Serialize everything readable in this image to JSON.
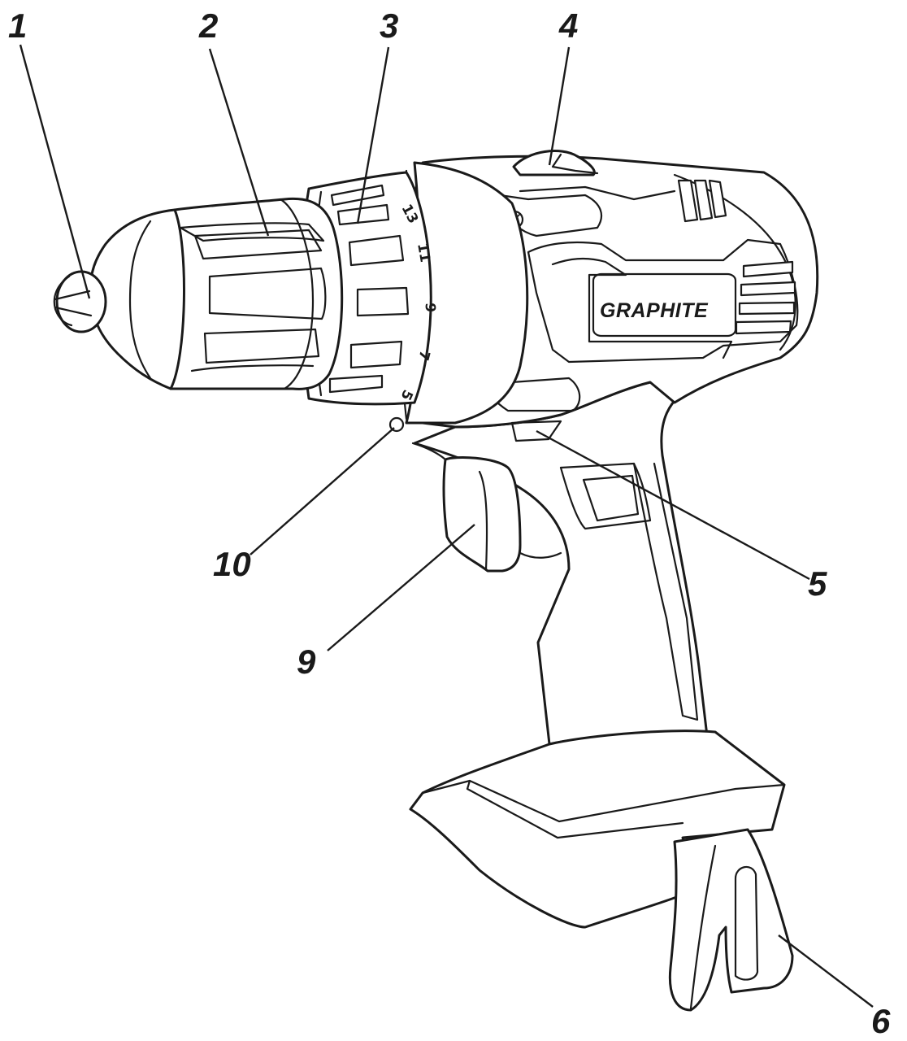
{
  "brand": "GRAPHITE",
  "dial_numbers": [
    "13",
    "11",
    "9",
    "7",
    "5"
  ],
  "callouts": {
    "c1": "1",
    "c2": "2",
    "c3": "3",
    "c4": "4",
    "c5": "5",
    "c6": "6",
    "c9": "9",
    "c10": "10"
  }
}
